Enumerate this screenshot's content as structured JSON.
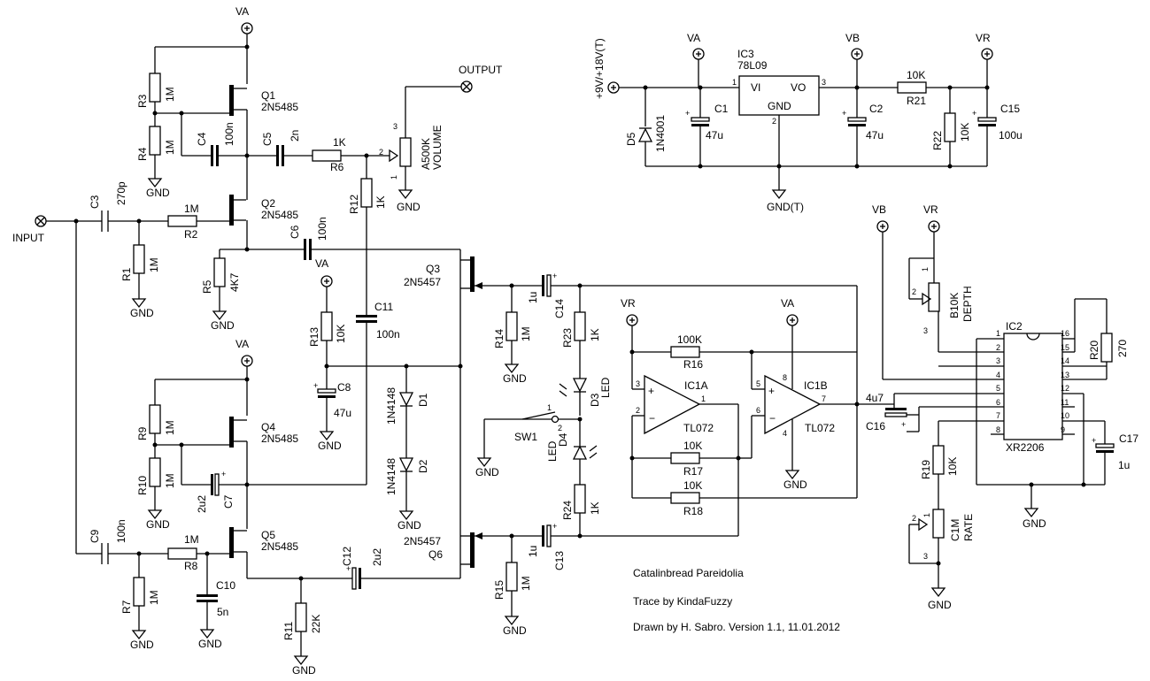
{
  "labels": {
    "r1": "R1",
    "r1v": "1M",
    "r2": "R2",
    "r2v": "1M",
    "r3": "R3",
    "r3v": "1M",
    "r4": "R4",
    "r4v": "1M",
    "r5": "R5",
    "r5v": "4K7",
    "r6": "R6",
    "r6v": "1K",
    "r7": "R7",
    "r7v": "1M",
    "r8": "R8",
    "r8v": "1M",
    "r9": "R9",
    "r9v": "1M",
    "r10": "R10",
    "r10v": "1M",
    "r11": "R11",
    "r11v": "22K",
    "r12": "R12",
    "r12v": "1K",
    "r13": "R13",
    "r13v": "10K",
    "r14": "R14",
    "r14v": "1M",
    "r15": "R15",
    "r15v": "1M",
    "r16": "R16",
    "r16v": "100K",
    "r17": "R17",
    "r17v": "10K",
    "r18": "R18",
    "r18v": "10K",
    "r19": "R19",
    "r19v": "10K",
    "r20": "R20",
    "r20v": "270",
    "r21": "R21",
    "r21v": "10K",
    "r22": "R22",
    "r22v": "10K",
    "r23": "R23",
    "r23v": "1K",
    "r24": "R24",
    "r24v": "1K",
    "c1": "C1",
    "c1v": "47u",
    "c2": "C2",
    "c2v": "47u",
    "c3": "C3",
    "c3v": "270p",
    "c4": "C4",
    "c4v": "100n",
    "c5": "C5",
    "c5v": "2n",
    "c6": "C6",
    "c6v": "100n",
    "c7": "C7",
    "c7v": "2u2",
    "c8": "C8",
    "c8v": "47u",
    "c9": "C9",
    "c9v": "100n",
    "c10": "C10",
    "c10v": "5n",
    "c11": "C11",
    "c11v": "100n",
    "c12": "C12",
    "c12v": "2u2",
    "c13": "C13",
    "c13v": "1u",
    "c14": "C14",
    "c14v": "1u",
    "c15": "C15",
    "c15v": "100u",
    "c16": "C16",
    "c16v": "4u7",
    "c17": "C17",
    "c17v": "1u",
    "q1": "Q1",
    "q1v": "2N5485",
    "q2": "Q2",
    "q2v": "2N5485",
    "q3": "Q3",
    "q3v": "2N5457",
    "q4": "Q4",
    "q4v": "2N5485",
    "q5": "Q5",
    "q5v": "2N5485",
    "q6": "Q6",
    "q6v": "2N5457",
    "d1": "D1",
    "d1v": "1N4148",
    "d2": "D2",
    "d2v": "1N4148",
    "d3": "D3",
    "d4": "D4",
    "led": "LED",
    "d5": "D5",
    "d5v": "1N4001",
    "ic1a": "IC1A",
    "ic1b": "IC1B",
    "tl072": "TL072",
    "ic2": "IC2",
    "xr2206": "XR2206",
    "ic3": "IC3",
    "ic3v": "78L09",
    "vi": "VI",
    "vo": "VO",
    "sw1": "SW1",
    "vol": "A500K",
    "vol2": "VOLUME",
    "depth": "B10K",
    "depth2": "DEPTH",
    "rate": "C1M",
    "rate2": "RATE",
    "va": "VA",
    "vb": "VB",
    "vr": "VR",
    "gnd": "GND",
    "gndt": "GND(T)",
    "supply": "+9V/+18V(T)",
    "input": "INPUT",
    "output": "OUTPUT",
    "pin1": "1",
    "pin2": "2",
    "pin3": "3",
    "pin4": "4",
    "pin5": "5",
    "pin6": "6",
    "pin7": "7",
    "pin8": "8",
    "pin9": "9",
    "pin10": "10",
    "pin11": "11",
    "pin12": "12",
    "pin13": "13",
    "pin14": "14",
    "pin15": "15",
    "pin16": "16",
    "title1": "Catalinbread Pareidolia",
    "title2": "Trace by KindaFuzzy",
    "title3": "Drawn by H. Sabro. Version 1.1, 11.01.2012"
  },
  "colors": {
    "ink": "#000000",
    "paper": "#ffffff"
  }
}
